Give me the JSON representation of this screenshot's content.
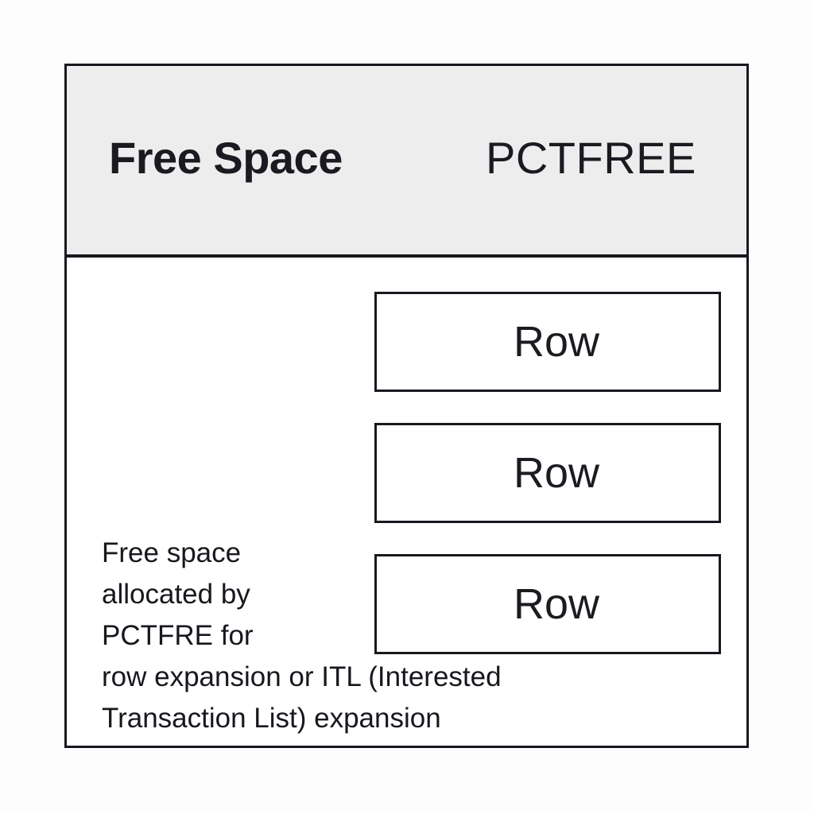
{
  "diagram": {
    "title": "Oracle data block PCTFREE illustration",
    "colors": {
      "header_background": "#ededed",
      "body_background": "#ffffff",
      "border": "#17191e",
      "text": "#16181d",
      "canvas_background": "#fdfdfd"
    },
    "header": {
      "free_space_label": "Free Space",
      "pctfree_label": "PCTFREE"
    },
    "body": {
      "rows": [
        {
          "label": "Row"
        },
        {
          "label": "Row"
        },
        {
          "label": "Row"
        }
      ],
      "caption": "Free space\nallocated by\nPCTFRE for\nrow expansion or ITL (Interested\nTransaction List) expansion"
    }
  }
}
